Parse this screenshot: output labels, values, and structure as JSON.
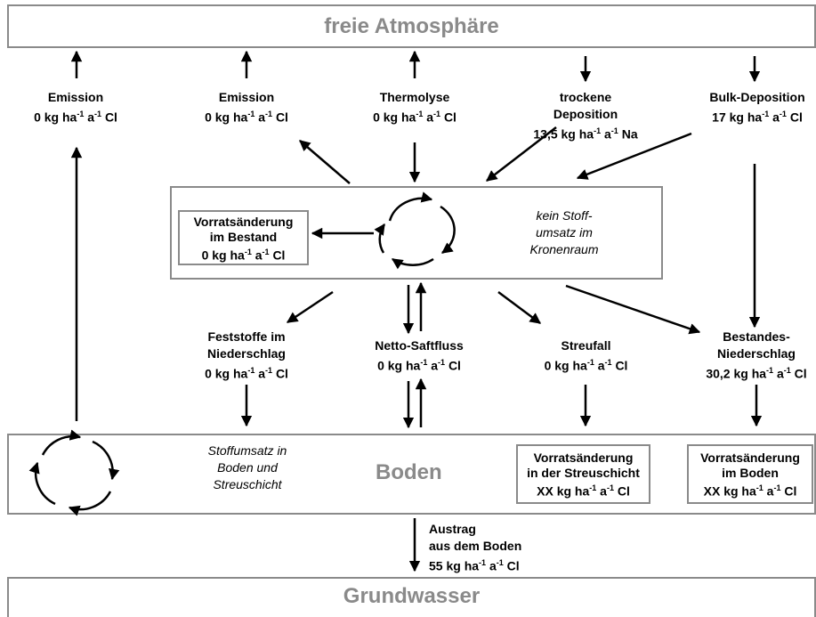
{
  "atmosphere": {
    "title": "freie Atmosphäre"
  },
  "boden": {
    "title": "Boden"
  },
  "groundwater": {
    "title": "Grundwasser"
  },
  "units": {
    "prefix": "kg ha",
    "sup1": "-1",
    "mid": " a",
    "sup2": "-1"
  },
  "flows": {
    "emission_left": {
      "name": "Emission",
      "value": "0",
      "element": "Cl"
    },
    "emission_mid": {
      "name": "Emission",
      "value": "0",
      "element": "Cl"
    },
    "thermolyse": {
      "name": "Thermolyse",
      "value": "0",
      "element": "Cl"
    },
    "dry_deposition": {
      "line1": "trockene",
      "line2": "Deposition",
      "value": "13,5",
      "element": "Na"
    },
    "bulk_deposition": {
      "name": "Bulk-Deposition",
      "value": "17",
      "element": "Cl"
    },
    "solids": {
      "line1": "Feststoffe im",
      "line2": "Niederschlag",
      "value": "0",
      "element": "Cl"
    },
    "net_sap": {
      "name": "Netto-Saftfluss",
      "value": "0",
      "element": "Cl"
    },
    "litterfall": {
      "name": "Streufall",
      "value": "0",
      "element": "Cl"
    },
    "throughfall": {
      "line1": "Bestandes-",
      "line2": "Niederschlag",
      "value": "30,2",
      "element": "Cl"
    },
    "output": {
      "line1": "Austrag",
      "line2": "aus dem Boden",
      "value": "55",
      "element": "Cl"
    }
  },
  "canopy": {
    "stock_change": {
      "line1": "Vorratsänderung",
      "line2": "im Bestand",
      "value": "0",
      "element": "Cl"
    },
    "note": {
      "line1": "kein Stoff-",
      "line2": "umsatz im",
      "line3": "Kronenraum"
    }
  },
  "soil": {
    "note": {
      "line1": "Stoffumsatz in",
      "line2": "Boden und",
      "line3": "Streuschicht"
    },
    "litter_stock": {
      "line1": "Vorratsänderung",
      "line2": "in der Streuschicht",
      "value": "XX",
      "element": "Cl"
    },
    "soil_stock": {
      "line1": "Vorratsänderung",
      "line2": "im Boden",
      "value": "XX",
      "element": "Cl"
    }
  }
}
